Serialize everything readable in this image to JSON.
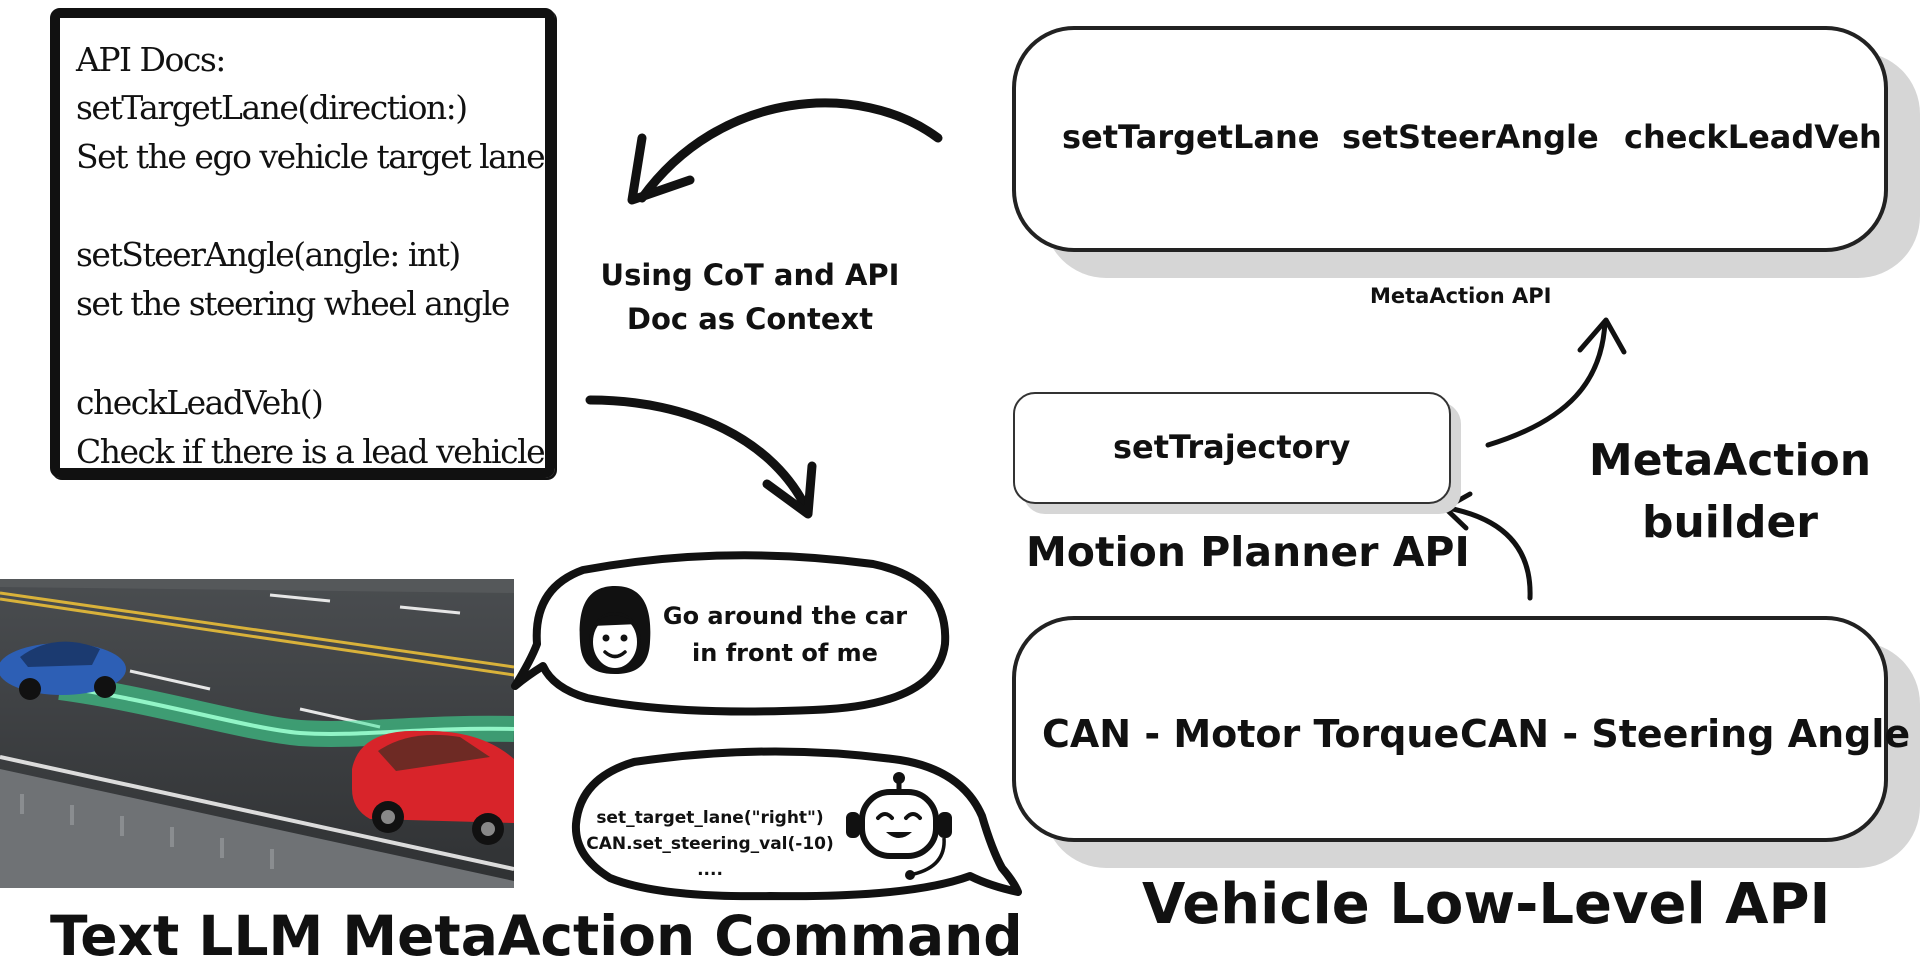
{
  "api_docs": {
    "heading": "API Docs:",
    "entries": [
      {
        "signature": "setTargetLane(direction:)",
        "description": "Set the ego vehicle target lane"
      },
      {
        "signature": "setSteerAngle(angle: int)",
        "description": "set the steering wheel angle"
      },
      {
        "signature": "checkLeadVeh()",
        "description": "Check if there is a lead vehicle"
      }
    ]
  },
  "cot_label": {
    "line1": "Using CoT and API",
    "line2": "Doc as Context"
  },
  "metaaction_api": {
    "items": [
      "setTargetLane",
      "setSteerAngle",
      "checkLeadVeh"
    ],
    "caption": "MetaAction API"
  },
  "motion_planner": {
    "item": "setTrajectory",
    "caption": "Motion Planner API"
  },
  "metaaction_builder": {
    "line1": "MetaAction",
    "line2": "builder"
  },
  "vehicle_low_level": {
    "items": [
      "CAN - Motor Torque",
      "CAN - Steering Angle"
    ],
    "caption": "Vehicle Low-Level API"
  },
  "user_bubble": {
    "line1": "Go around the car",
    "line2": "in front of me"
  },
  "llm_bubble": {
    "line1": "set_target_lane(\"right\")",
    "line2": "CAN.set_steering_val(-10)",
    "line3": "...."
  },
  "main_caption": "Text LLM MetaAction Command",
  "icons": [
    "woman-face-icon",
    "robot-face-icon"
  ],
  "colors": {
    "ink": "#111111",
    "shadow": "#d6d6d6",
    "trajectory": "#3ee89a",
    "car_red": "#d8242a",
    "car_blue": "#2d5fb5"
  }
}
